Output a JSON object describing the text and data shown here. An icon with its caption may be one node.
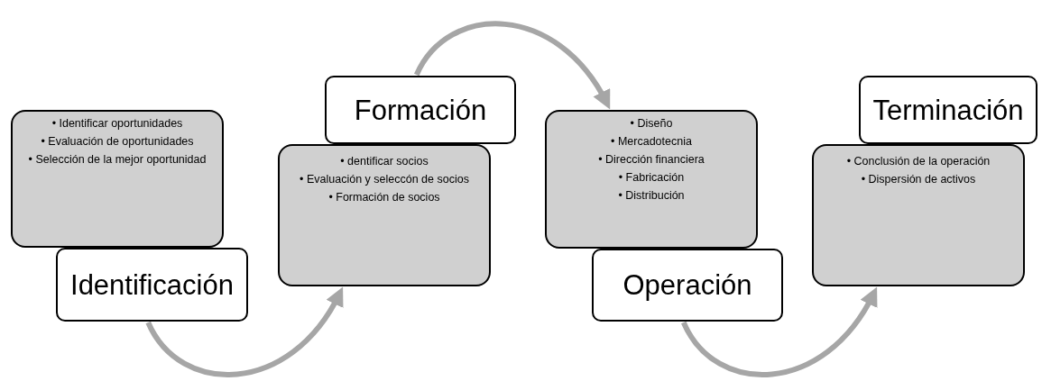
{
  "diagram": {
    "nodes": [
      {
        "text": [
          "• Identificar oportunidades",
          "• Evaluación de oportunidades",
          "• Selección de la mejor oportunidad"
        ]
      },
      {
        "text": [
          "Identificación"
        ]
      },
      {
        "text": [
          "• dentificar socios",
          "• Evaluación y seleccón de socios",
          "• Formación de socios"
        ]
      },
      {
        "text": [
          "Formación"
        ]
      },
      {
        "text": [
          "• Diseño",
          "• Mercadotecnia",
          "• Dirección financiera",
          "• Fabricación",
          "• Distribución"
        ]
      },
      {
        "text": [
          "Operación"
        ]
      },
      {
        "text": [
          "• Conclusión de la operación",
          "• Dispersión de activos"
        ]
      },
      {
        "text": [
          "Terminación"
        ]
      }
    ],
    "edges": [
      {
        "from": 1,
        "to": 2,
        "arrow": "to"
      },
      {
        "from": 3,
        "to": 4,
        "arrow": "to"
      },
      {
        "from": 5,
        "to": 6,
        "arrow": "to"
      }
    ]
  }
}
